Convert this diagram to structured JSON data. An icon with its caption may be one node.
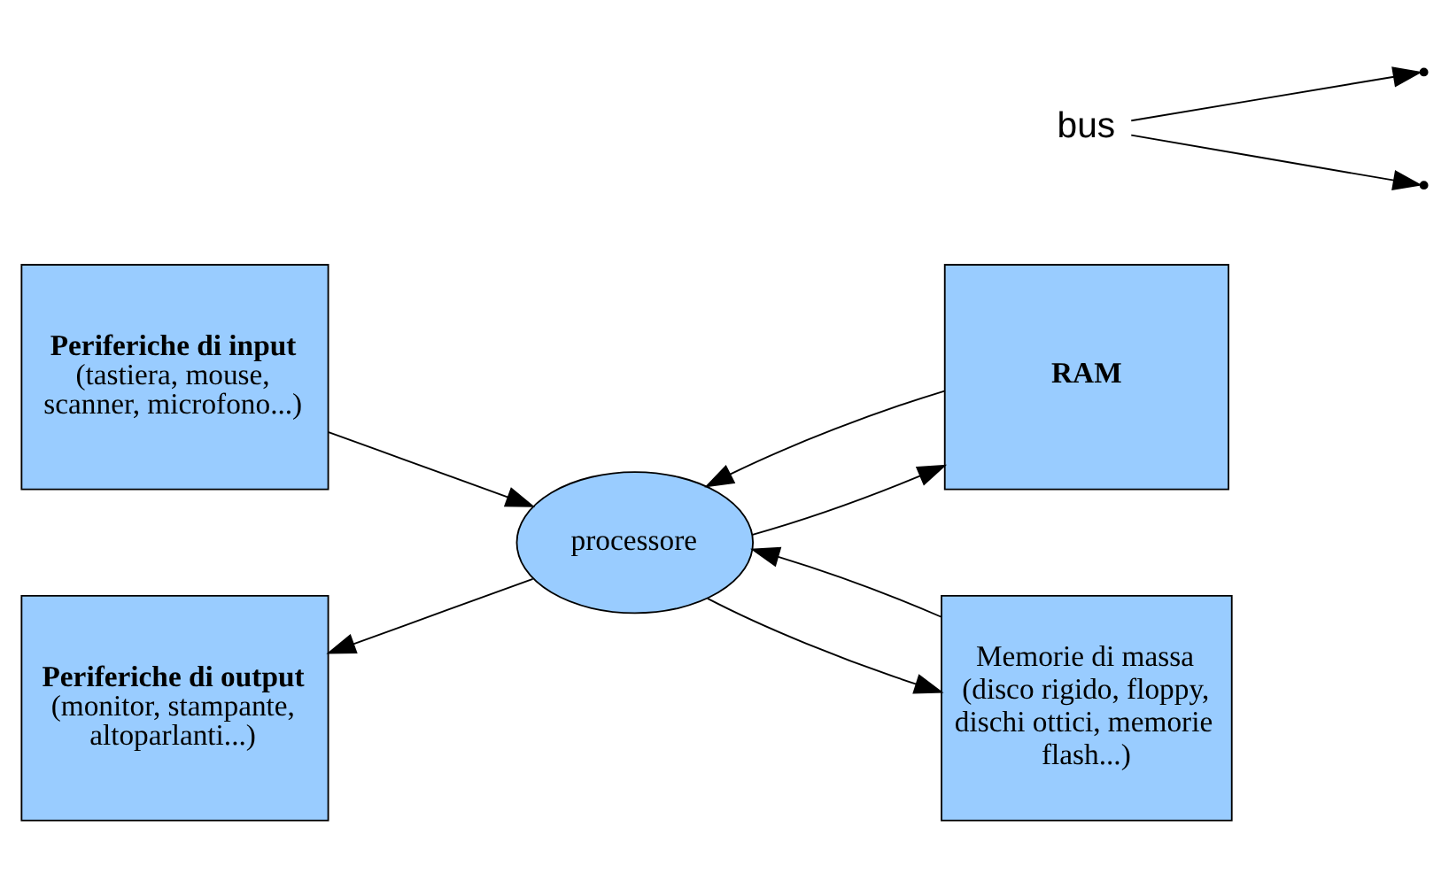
{
  "diagram": {
    "nodes": [
      {
        "text": [
          "Periferiche di input",
          "(tastiera, mouse, scanner, microfono...)"
        ]
      },
      {
        "text": [
          "RAM"
        ]
      },
      {
        "text": [
          "processore"
        ]
      },
      {
        "text": [
          "bus"
        ]
      },
      {
        "text": [
          "Periferiche di output",
          "(monitor, stampante, altoparlanti...)"
        ]
      },
      {
        "text": [
          "Memorie di massa (disco rigido, floppy, dischi ottici, memorie flash...)"
        ]
      }
    ],
    "edges": [
      {
        "from": 0,
        "to": 2,
        "arrow": "to"
      },
      {
        "from": 1,
        "to": 2,
        "arrow": "to"
      },
      {
        "from": 2,
        "to": 1,
        "arrow": "to"
      },
      {
        "from": 5,
        "to": 2,
        "arrow": "to"
      },
      {
        "from": 2,
        "to": 5,
        "arrow": "to"
      },
      {
        "from": 2,
        "to": 4,
        "arrow": "to"
      },
      {
        "from": 3,
        "to": null,
        "arrow": "to"
      },
      {
        "from": 3,
        "to": null,
        "arrow": "to"
      }
    ]
  }
}
